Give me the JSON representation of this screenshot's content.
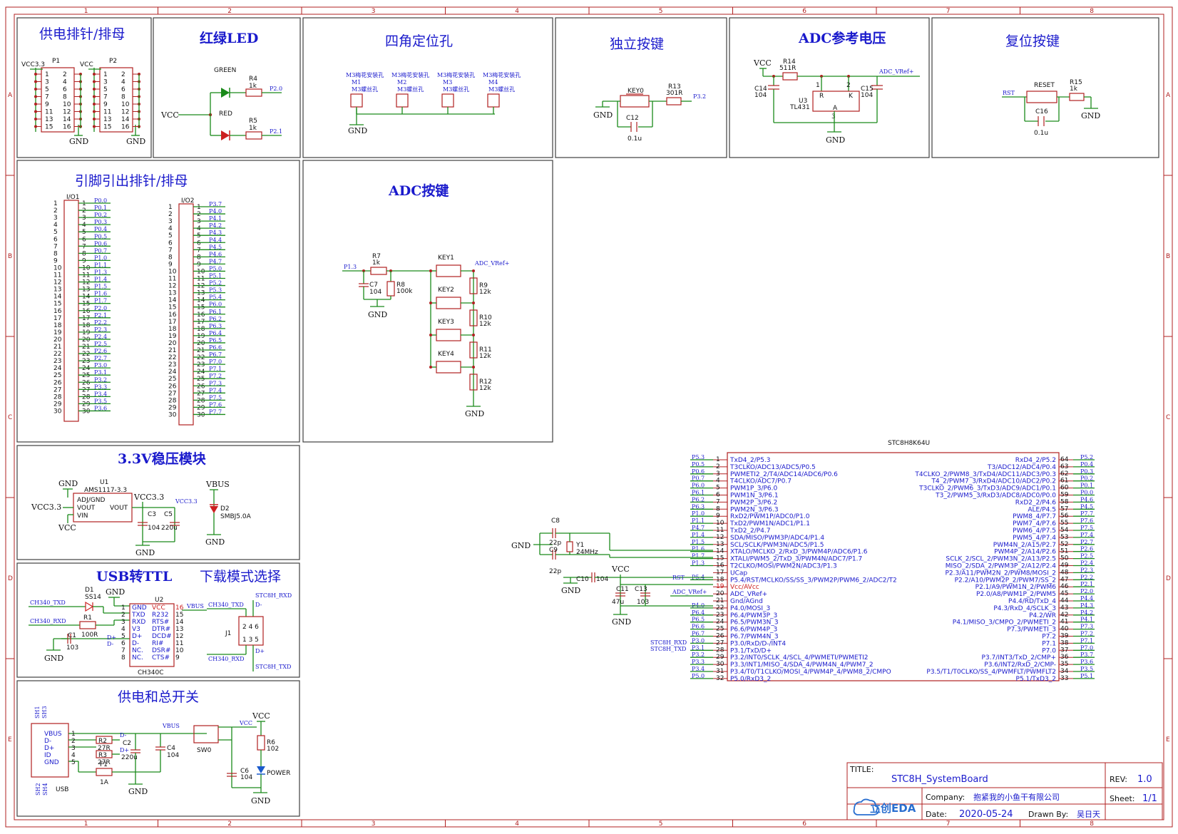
{
  "rulers": {
    "cols": [
      "1",
      "2",
      "3",
      "4",
      "5",
      "6",
      "7",
      "8"
    ],
    "rows": [
      "A",
      "B",
      "C",
      "D",
      "E"
    ]
  },
  "blocks": {
    "header_pins": "供电排针/排母",
    "leds": "红绿LED",
    "holes": "四角定位孔",
    "button": "独立按键",
    "adc_ref": "ADC参考电压",
    "reset": "复位按键",
    "pinout": "引脚引出排针/排母",
    "adc_keys": "ADC按键",
    "ldo": "3.3V稳压模块",
    "usb_ttl": "USB转TTL",
    "dl_mode": "下载模式选择",
    "power": "供电和总开关"
  },
  "header": {
    "p1_net": "VCC3.3",
    "p1_ref": "P1",
    "p2_net": "VCC",
    "p2_ref": "P2",
    "pins_left": [
      "1",
      "3",
      "5",
      "7",
      "9",
      "11",
      "13",
      "15"
    ],
    "pins_right": [
      "2",
      "4",
      "6",
      "8",
      "10",
      "12",
      "14",
      "16"
    ],
    "gnd": "GND"
  },
  "leds": {
    "green": "GREEN",
    "red": "RED",
    "r4": "R4",
    "r4v": "1k",
    "r5": "R5",
    "r5v": "1k",
    "net_p20": "P2.0",
    "net_p21": "P2.1",
    "vcc": "VCC"
  },
  "holes": {
    "desc": "M3梅花安装孔",
    "items": [
      "M1",
      "M2",
      "M3",
      "M4"
    ],
    "sub": "M3螺丝孔",
    "gnd": "GND"
  },
  "button": {
    "key": "KEY0",
    "r": "R13",
    "rv": "301R",
    "net": "P3.2",
    "c": "C12",
    "cv": "0.1u",
    "gnd": "GND"
  },
  "adcref": {
    "vcc": "VCC",
    "r": "R14",
    "rv": "511R",
    "net": "ADC_VRef+",
    "c14": "C14",
    "c14v": "104",
    "c15": "C15",
    "c15v": "104",
    "u": "U3",
    "uv": "TL431",
    "gnd": "GND",
    "pin_r": "R",
    "pin_k": "K",
    "pin_a": "A",
    "p1": "1",
    "p2": "2",
    "p3": "3"
  },
  "reset": {
    "net": "RST",
    "key": "RESET",
    "r": "R15",
    "rv": "1k",
    "c": "C16",
    "cv": "0.1u",
    "gnd": "GND"
  },
  "pinout": {
    "io1": "I/O1",
    "io2": "I/O2",
    "io1_nets": [
      "P0.0",
      "P0.1",
      "P0.2",
      "P0.3",
      "P0.4",
      "P0.5",
      "P0.6",
      "P0.7",
      "P1.0",
      "P1.1",
      "P1.3",
      "P1.4",
      "P1.5",
      "P1.6",
      "P1.7",
      "P2.0",
      "P2.1",
      "P2.2",
      "P2.3",
      "P2.4",
      "P2.5",
      "P2.6",
      "P2.7",
      "P3.0",
      "P3.1",
      "P3.2",
      "P3.3",
      "P3.4",
      "P3.5",
      "P3.6"
    ],
    "io2_nets": [
      "P3.7",
      "P4.0",
      "P4.1",
      "P4.2",
      "P4.3",
      "P4.4",
      "P4.5",
      "P4.6",
      "P4.7",
      "P5.0",
      "P5.1",
      "P5.2",
      "P5.3",
      "P5.4",
      "P6.0",
      "P6.1",
      "P6.2",
      "P6.3",
      "P6.4",
      "P6.5",
      "P6.6",
      "P6.7",
      "P7.0",
      "P7.1",
      "P7.2",
      "P7.3",
      "P7.4",
      "P7.5",
      "P7.6",
      "P7.7"
    ]
  },
  "adckeys": {
    "in": "P1.3",
    "out": "ADC_VRef+",
    "r7": "R7",
    "r7v": "1k",
    "c7": "C7",
    "c7v": "104",
    "r8": "R8",
    "r8v": "100k",
    "keys": [
      "KEY1",
      "KEY2",
      "KEY3",
      "KEY4"
    ],
    "res": [
      [
        "R9",
        "12k"
      ],
      [
        "R10",
        "12k"
      ],
      [
        "R11",
        "12k"
      ],
      [
        "R12",
        "12k"
      ]
    ],
    "gnd": "GND"
  },
  "ldo": {
    "gnd": "GND",
    "u": "U1",
    "uv": "AMS1117-3.3",
    "adj": "ADJ/GND",
    "vout": "VOUT",
    "vout2": "VOUT",
    "vin": "VIN",
    "vcc33": "VCC3.3",
    "vcc33b": "VCC3.3",
    "vcc": "VCC",
    "c3": "C3",
    "c3v": "104",
    "c5": "C5",
    "c5v": "220u",
    "vbus": "VBUS",
    "d2": "D2",
    "d2v": "SMBJ5.0A",
    "gnd2": "GND",
    "gnd3": "GND"
  },
  "usbttl": {
    "tx_net": "CH340_TXD",
    "rx_net": "CH340_RXD",
    "d1": "D1",
    "d1v": "SS14",
    "r1": "R1",
    "r1v": "100R",
    "c1": "C1",
    "c1v": "103",
    "gnd": "GND",
    "gnd2": "GND",
    "u2": "U2",
    "u2v": "CH340C",
    "vbus": "VBUS",
    "left_pins": [
      [
        "GND",
        "1"
      ],
      [
        "TXD",
        "2"
      ],
      [
        "RXD",
        "3"
      ],
      [
        "V3",
        "4"
      ],
      [
        "D+",
        "5"
      ],
      [
        "D-",
        "6"
      ],
      [
        "NC.",
        "7"
      ],
      [
        "NC.",
        "8"
      ]
    ],
    "right_pins": [
      [
        "VCC",
        "16"
      ],
      [
        "R232",
        "15"
      ],
      [
        "RTS#",
        "14"
      ],
      [
        "DTR#",
        "13"
      ],
      [
        "DCD#",
        "12"
      ],
      [
        "RI#",
        "11"
      ],
      [
        "DSR#",
        "10"
      ],
      [
        "CTS#",
        "9"
      ]
    ],
    "dp": "D+",
    "dm": "D-"
  },
  "dlmode": {
    "tx": "CH340_TXD",
    "rx": "CH340_RXD",
    "rxd": "STC8H_RXD",
    "txd": "STC8H_TXD",
    "dm": "D-",
    "dp": "D+",
    "j1": "J1"
  },
  "power": {
    "sh1": "SH1",
    "sh3": "SH3",
    "sh2": "SH2",
    "sh4": "SH4",
    "usb": "USB",
    "labels": [
      "VBUS",
      "D-",
      "D+",
      "ID",
      "GND"
    ],
    "nums": [
      "1",
      "2",
      "3",
      "4",
      "5"
    ],
    "r2": "R2",
    "r2v": "27R",
    "r3": "R3",
    "r3v": "27R",
    "f1": "F1",
    "f1v": "1A",
    "c2": "C2",
    "c2v": "220u",
    "c4": "C4",
    "c4v": "104",
    "vbus": "VBUS",
    "sw": "SW0",
    "vcc": "VCC",
    "vcc2": "VCC",
    "r6": "R6",
    "r6v": "102",
    "c6": "C6",
    "c6v": "104",
    "led": "POWER",
    "gnd": "GND",
    "gnd2": "GND",
    "dm": "D-",
    "dp": "D+"
  },
  "mcu": {
    "name": "STC8H8K64U",
    "left": [
      [
        "1",
        "TxD4_2/P5.3",
        "P5.3"
      ],
      [
        "2",
        "T3CLKO/ADC13/ADC5/P0.5",
        "P0.5"
      ],
      [
        "3",
        "PWMETI2_2/T4/ADC14/ADC6/P0.6",
        "P0.6"
      ],
      [
        "4",
        "T4CLKO/ADC7/P0.7",
        "P0.7"
      ],
      [
        "5",
        "PWM1P_3/P6.0",
        "P6.0"
      ],
      [
        "6",
        "PWM1N_3/P6.1",
        "P6.1"
      ],
      [
        "7",
        "PWM2P_3/P6.2",
        "P6.2"
      ],
      [
        "8",
        "PWM2N_3/P6.3",
        "P6.3"
      ],
      [
        "9",
        "RxD2/PWM1P/ADC0/P1.0",
        "P1.0"
      ],
      [
        "10",
        "TxD2/PWM1N/ADC1/P1.1",
        "P1.1"
      ],
      [
        "11",
        "TxD2_2/P4.7",
        "P4.7"
      ],
      [
        "12",
        "SDA/MISO/PWM3P/ADC4/P1.4",
        "P1.4"
      ],
      [
        "13",
        "SCL/SCLK/PWM3N/ADC5/P1.5",
        "P1.5"
      ],
      [
        "14",
        "XTALO/MCLKO_2/RxD_3/PWM4P/ADC6/P1.6",
        "P1.6"
      ],
      [
        "15",
        "XTALI/PWM5_2/TxD_3/PWM4N/ADC7/P1.7",
        "P1.7"
      ],
      [
        "16",
        "T2CLKO/MOSI/PWM2N/ADC3/P1.3",
        "P1.3"
      ],
      [
        "17",
        "UCap",
        ""
      ],
      [
        "18",
        "P5.4/RST/MCLKO/SS/SS_3/PWM2P/PWM6_2/ADC2/T2",
        "P5.4"
      ],
      [
        "19",
        "Vcc/AVcc",
        ""
      ],
      [
        "20",
        "ADC_VRef+",
        ""
      ],
      [
        "21",
        "Gnd/AGnd",
        ""
      ],
      [
        "22",
        "P4.0/MOSI_3",
        "P4.0"
      ],
      [
        "23",
        "P6.4/PWM3P_3",
        "P6.4"
      ],
      [
        "24",
        "P6.5/PWM3N_3",
        "P6.5"
      ],
      [
        "25",
        "P6.6/PWM4P_3",
        "P6.6"
      ],
      [
        "26",
        "P6.7/PWM4N_3",
        "P6.7"
      ],
      [
        "27",
        "P3.0/RxD/D-/INT4",
        "P3.0"
      ],
      [
        "28",
        "P3.1/TxD/D+",
        "P3.1"
      ],
      [
        "29",
        "P3.2/INT0/SCLK_4/SCL_4/PWMETI/PWMETI2",
        "P3.2"
      ],
      [
        "30",
        "P3.3/INT1/MISO_4/SDA_4/PWM4N_4/PWM7_2",
        "P3.3"
      ],
      [
        "31",
        "P3.4/T0/T1CLKO/MOSI_4/PWM4P_4/PWM8_2/CMPO",
        "P3.4"
      ],
      [
        "32",
        "P5.0/RxD3_2",
        "P5.0"
      ]
    ],
    "right": [
      [
        "64",
        "RxD4_2/P5.2",
        "P5.2"
      ],
      [
        "63",
        "T3/ADC12/ADC4/P0.4",
        "P0.4"
      ],
      [
        "62",
        "T4CLKO_2/PWM8_3/TxD4/ADC11/ADC3/P0.3",
        "P0.3"
      ],
      [
        "61",
        "T4_2/PWM7_3/RxD4/ADC10/ADC2/P0.2",
        "P0.2"
      ],
      [
        "60",
        "T3CLKO_2/PWM6_3/TxD3/ADC9/ADC1/P0.1",
        "P0.1"
      ],
      [
        "59",
        "T3_2/PWM5_3/RxD3/ADC8/ADC0/P0.0",
        "P0.0"
      ],
      [
        "58",
        "RxD2_2/P4.6",
        "P4.6"
      ],
      [
        "57",
        "ALE/P4.5",
        "P4.5"
      ],
      [
        "56",
        "PWM8_4/P7.7",
        "P7.7"
      ],
      [
        "55",
        "PWM7_4/P7.6",
        "P7.6"
      ],
      [
        "54",
        "PWM6_4/P7.5",
        "P7.5"
      ],
      [
        "53",
        "PWM5_4/P7.4",
        "P7.4"
      ],
      [
        "52",
        "PWM4N_2/A15/P2.7",
        "P2.7"
      ],
      [
        "51",
        "PWM4P_2/A14/P2.6",
        "P2.6"
      ],
      [
        "50",
        "SCLK_2/SCL_2/PWM3N_2/A13/P2.5",
        "P2.5"
      ],
      [
        "49",
        "MISO_2/SDA_2/PWM3P_2/A12/P2.4",
        "P2.4"
      ],
      [
        "48",
        "P2.3/A11/PWM2N_2/PWM8/MOSI_2",
        "P2.3"
      ],
      [
        "47",
        "P2.2/A10/PWM2P_2/PWM7/SS_2",
        "P2.2"
      ],
      [
        "46",
        "P2.1/A9/PWM1N_2/PWM6",
        "P2.1"
      ],
      [
        "45",
        "P2.0/A8/PWM1P_2/PWM5",
        "P2.0"
      ],
      [
        "44",
        "P4.4/RD/TxD_4",
        "P4.4"
      ],
      [
        "43",
        "P4.3/RxD_4/SCLK_3",
        "P4.3"
      ],
      [
        "42",
        "P4.2/WR",
        "P4.2"
      ],
      [
        "41",
        "P4.1/MISO_3/CMPO_2/PWMETI_2",
        "P4.1"
      ],
      [
        "40",
        "P7.3/PWMETI_3",
        "P7.3"
      ],
      [
        "39",
        "P7.2",
        "P7.2"
      ],
      [
        "38",
        "P7.1",
        "P7.1"
      ],
      [
        "37",
        "P7.0",
        "P7.0"
      ],
      [
        "36",
        "P3.7/INT3/TxD_2/CMP+",
        "P3.7"
      ],
      [
        "35",
        "P3.6/INT2/RxD_2/CMP-",
        "P3.6"
      ],
      [
        "34",
        "P3.5/T1/T0CLKO/SS_4/PWMFLT/PWMFLT2",
        "P3.5"
      ],
      [
        "33",
        "P5.1/TxD3_2",
        "P5.1"
      ]
    ],
    "ext": {
      "gnd": "GND",
      "c8": "C8",
      "c8v": "22p",
      "c9": "C9",
      "c9v": "22p",
      "y1": "Y1",
      "y1v": "24MHz",
      "c10": "C10",
      "c10v": "104",
      "gnd2": "GND",
      "vcc": "VCC",
      "c11": "C11",
      "c11v": "47u",
      "c13": "C13",
      "c13v": "103",
      "gnd3": "GND",
      "rst": "RST",
      "adc": "ADC_VRef+",
      "rxd": "STC8H_RXD",
      "txd": "STC8H_TXD"
    }
  },
  "titleblock": {
    "title_lbl": "TITLE:",
    "title": "STC8H_SystemBoard",
    "rev_lbl": "REV:",
    "rev": "1.0",
    "company_lbl": "Company:",
    "company": "抱紧我的小鱼干有限公司",
    "sheet_lbl": "Sheet:",
    "sheet": "1/1",
    "date_lbl": "Date:",
    "date": "2020-05-24",
    "drawn_lbl": "Drawn By:",
    "drawn": "吴日天",
    "logo": "立创EDA"
  }
}
